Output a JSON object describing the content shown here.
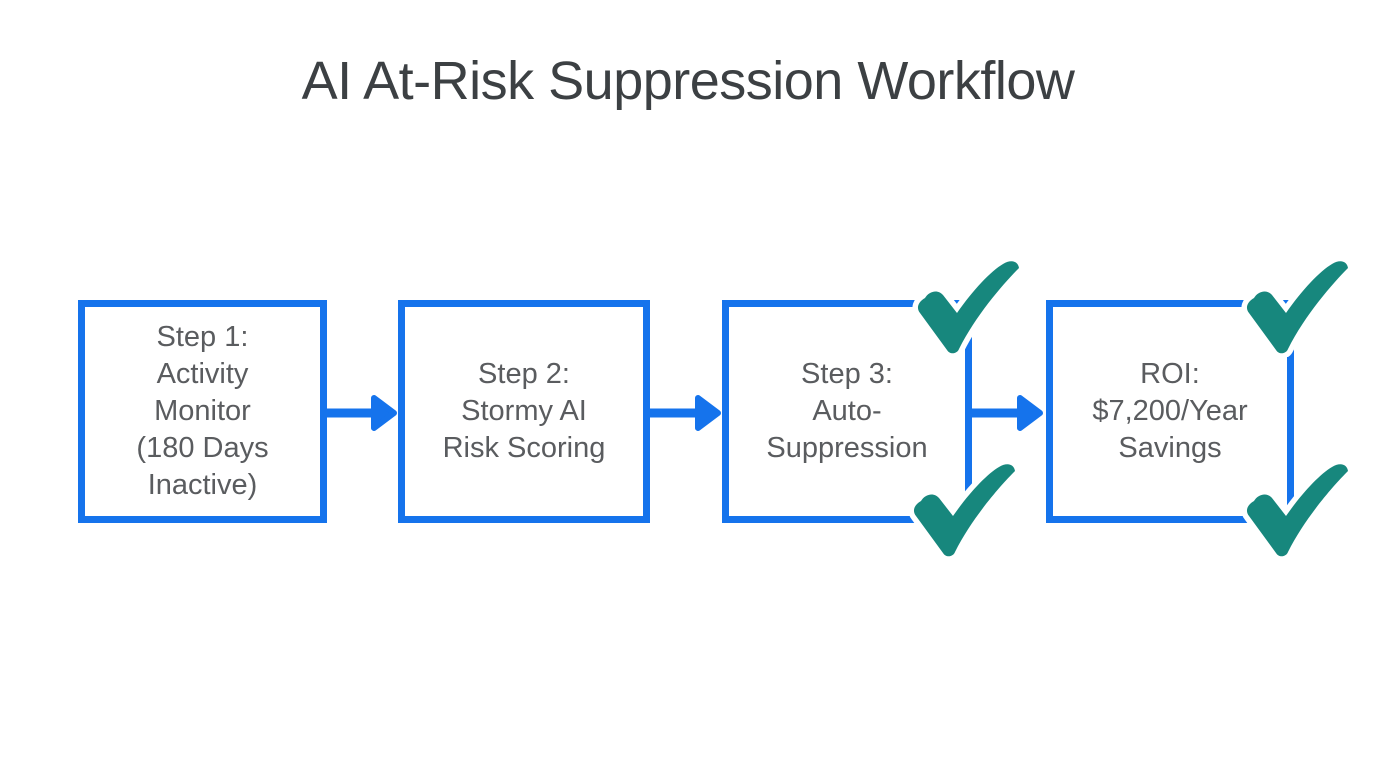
{
  "page": {
    "title": "AI At-Risk Suppression Workflow"
  },
  "colors": {
    "box_border_blue": "#1573EC",
    "arrow_blue": "#1573EC",
    "checkmark_teal": "#17877D",
    "title_text": "#3C4043",
    "step_text": "#5A5C5F",
    "background": "#FFFFFF"
  },
  "workflow": {
    "steps": [
      {
        "label": "Step 1:\nActivity\nMonitor\n(180 Days\nInactive)",
        "checkmarks": 0
      },
      {
        "label": "Step 2:\nStormy AI\nRisk Scoring",
        "checkmarks": 0
      },
      {
        "label": "Step 3:\nAuto-\nSuppression",
        "checkmarks": 2
      },
      {
        "label": "ROI:\n$7,200/Year\nSavings",
        "checkmarks": 2
      }
    ]
  },
  "icons": {
    "flow_arrow": "right-arrow",
    "checkmark": "teal-check"
  }
}
